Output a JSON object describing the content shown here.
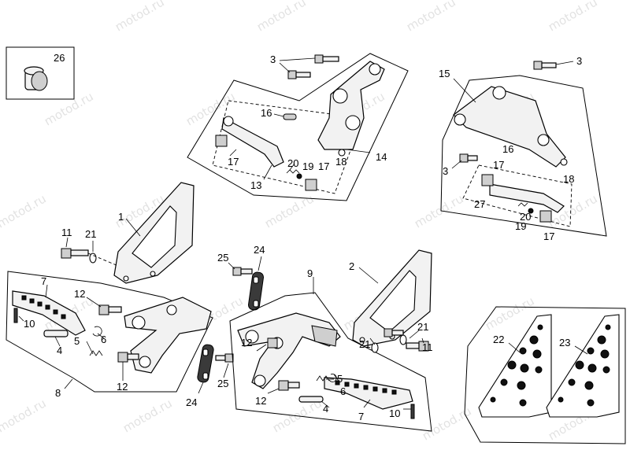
{
  "watermark": "motod.ru",
  "labels": {
    "p1": "1",
    "p2": "2",
    "p3a": "3",
    "p3b": "3",
    "p3c": "3",
    "p4a": "4",
    "p4b": "4",
    "p5a": "5",
    "p5b": "5",
    "p6a": "6",
    "p6b": "6",
    "p7a": "7",
    "p7b": "7",
    "p8": "8",
    "p9": "9",
    "p10a": "10",
    "p10b": "10",
    "p11a": "11",
    "p11b": "11",
    "p12a": "12",
    "p12b": "12",
    "p12c": "12",
    "p12d": "12",
    "p13": "13",
    "p14": "14",
    "p15": "15",
    "p16a": "16",
    "p16b": "16",
    "p17a": "17",
    "p17b": "17",
    "p17c": "17",
    "p17d": "17",
    "p18a": "18",
    "p18b": "18",
    "p19a": "19",
    "p19b": "19",
    "p20a": "20",
    "p20b": "20",
    "p21a": "21",
    "p21b": "21",
    "p21c": "21",
    "p22": "22",
    "p23": "23",
    "p24a": "24",
    "p24b": "24",
    "p25a": "25",
    "p25b": "25",
    "p26": "26",
    "p27": "27"
  }
}
